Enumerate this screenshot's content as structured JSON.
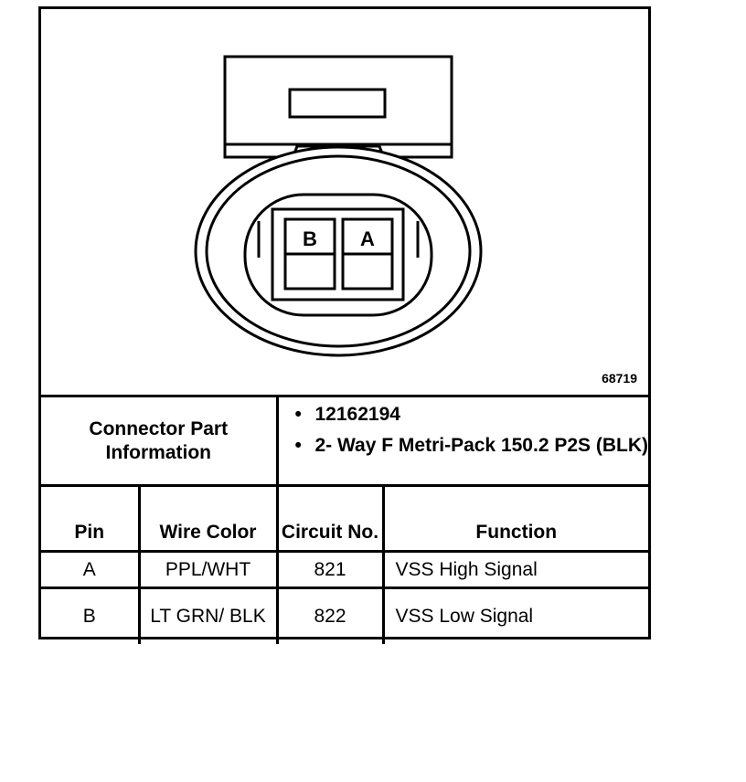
{
  "figure": {
    "number": "68719",
    "pin_labels": [
      "B",
      "A"
    ]
  },
  "connector_info": {
    "label": "Connector Part Information",
    "items": [
      "12162194",
      "2- Way F Metri-Pack 150.2 P2S (BLK)"
    ]
  },
  "pinout": {
    "headers": {
      "pin": "Pin",
      "wire_color": "Wire Color",
      "circuit_no": "Circuit No.",
      "function": "Function"
    },
    "rows": [
      {
        "pin": "A",
        "wire_color": "PPL/WHT",
        "circuit_no": "821",
        "function": "VSS High Signal"
      },
      {
        "pin": "B",
        "wire_color": "LT GRN/ BLK",
        "circuit_no": "822",
        "function": "VSS Low Signal"
      }
    ]
  }
}
